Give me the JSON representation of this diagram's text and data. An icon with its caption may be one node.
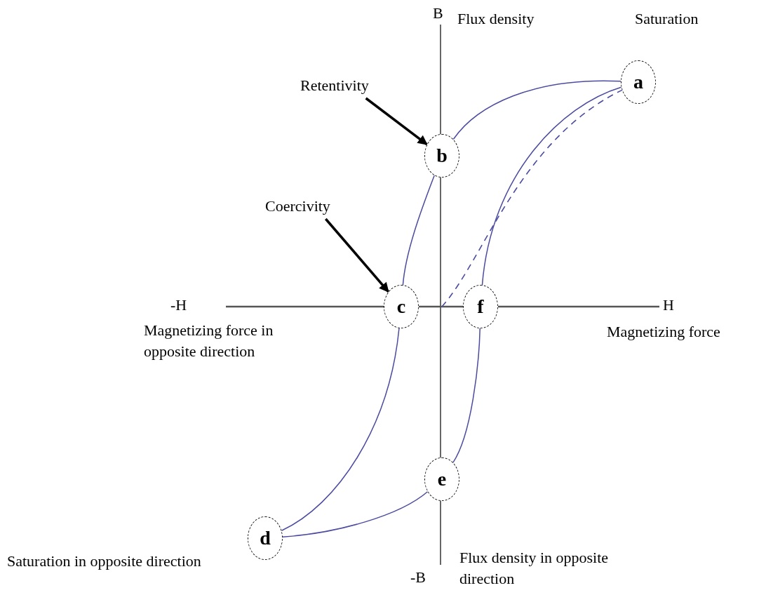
{
  "diagram": {
    "nodes": [
      {
        "text": [
          "a"
        ],
        "beside": [
          "Saturation"
        ]
      },
      {
        "text": [
          "Retentivity"
        ]
      },
      {
        "text": [
          "b"
        ]
      },
      {
        "text": [
          "Coercivity"
        ]
      },
      {
        "text": [
          "c"
        ]
      },
      {
        "text": [
          "f"
        ]
      },
      {
        "text": [
          "e"
        ]
      },
      {
        "text": [
          "d"
        ]
      }
    ],
    "edges": [
      {
        "from": 0,
        "to": 2,
        "arrow": "none"
      },
      {
        "from": 2,
        "to": 4,
        "arrow": "none"
      },
      {
        "from": 4,
        "to": 7,
        "arrow": "none"
      },
      {
        "from": 7,
        "to": 6,
        "arrow": "none"
      },
      {
        "from": 6,
        "to": 5,
        "arrow": "none"
      },
      {
        "from": 5,
        "to": 0,
        "arrow": "none"
      },
      {
        "from": null,
        "to": 0,
        "arrow": "none",
        "style": "dashed"
      },
      {
        "from": 1,
        "to": 2,
        "arrow": "to",
        "style": "thick",
        "color": "#000000"
      },
      {
        "from": 3,
        "to": 4,
        "arrow": "to",
        "style": "thick",
        "color": "#000000"
      }
    ],
    "labels": [
      "B",
      "Flux density",
      "-H",
      "H",
      "Magnetizing force in opposite direction",
      "Magnetizing force",
      "Saturation in opposite direction",
      "Flux density in opposite direction",
      "-B"
    ]
  }
}
